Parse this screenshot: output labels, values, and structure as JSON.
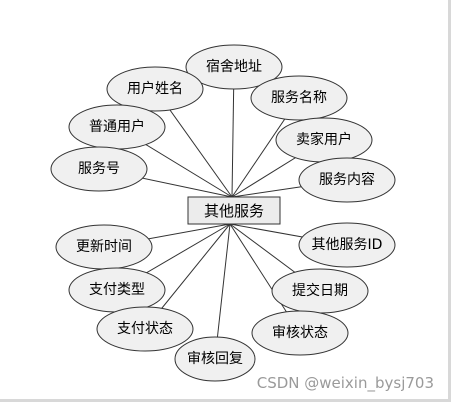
{
  "diagram": {
    "entity": "其他服务",
    "attributes": [
      "宿舍地址",
      "用户姓名",
      "服务名称",
      "普通用户",
      "卖家用户",
      "服务号",
      "服务内容",
      "更新时间",
      "其他服务ID",
      "支付类型",
      "提交日期",
      "支付状态",
      "审核状态",
      "审核回复"
    ]
  },
  "watermark": "CSDN @weixin_bysj703",
  "colors": {
    "entity_fill": "#ececec",
    "attribute_fill": "#f0f0f0",
    "stroke": "#333333",
    "text": "#000000",
    "watermark": "#9a9a9a"
  }
}
